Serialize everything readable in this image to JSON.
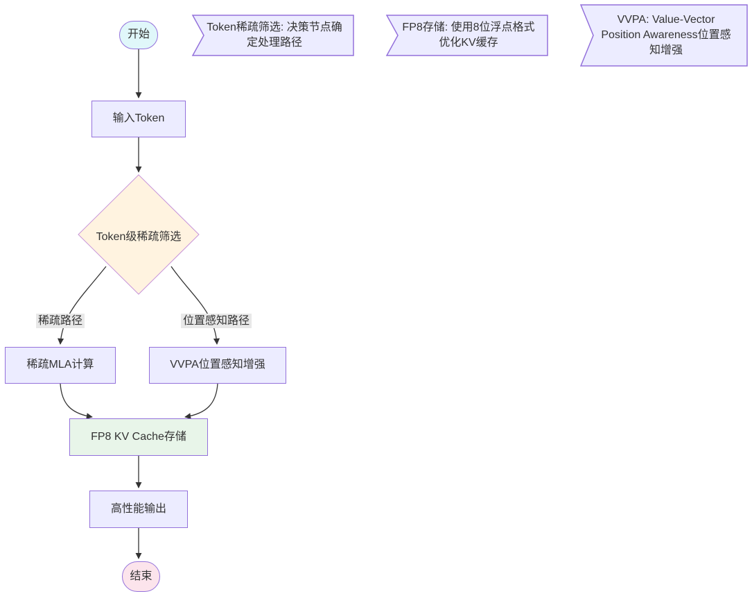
{
  "flowchart": {
    "nodes": [
      {
        "id": "start",
        "label": "开始",
        "shape": "stadium"
      },
      {
        "id": "input",
        "label": "输入Token",
        "shape": "rect"
      },
      {
        "id": "decision",
        "label": "Token级稀疏筛选",
        "shape": "diamond"
      },
      {
        "id": "sparse_mla",
        "label": "稀疏MLA计算",
        "shape": "rect"
      },
      {
        "id": "vvpa",
        "label": "VVPA位置感知增强",
        "shape": "rect"
      },
      {
        "id": "fp8_cache",
        "label": "FP8 KV Cache存储",
        "shape": "rect"
      },
      {
        "id": "output",
        "label": "高性能输出",
        "shape": "rect"
      },
      {
        "id": "end",
        "label": "结束",
        "shape": "stadium"
      }
    ],
    "edge_labels": [
      {
        "text": "稀疏路径"
      },
      {
        "text": "位置感知路径"
      }
    ],
    "notes": [
      {
        "lines": [
          "Token稀疏筛选: 决策节点确",
          "定处理路径"
        ]
      },
      {
        "lines": [
          "FP8存储: 使用8位浮点格式",
          "优化KV缓存"
        ]
      },
      {
        "lines": [
          "VVPA: Value-Vector",
          "Position Awareness位置感",
          "知增强"
        ]
      }
    ],
    "colors": {
      "node_fill": "#ECECFF",
      "node_border": "#9370DB",
      "start_fill": "#E0F7FA",
      "end_fill": "#FCE4EC",
      "decision_fill": "#FFF3E0",
      "decision_border": "#C793D9",
      "cache_fill": "#E8F5E9",
      "note_fill": "#ECECFF",
      "note_border": "#9370DB",
      "edge_color": "#333333",
      "edge_label_bg": "#E8E8E8",
      "text_color": "#333333"
    }
  }
}
